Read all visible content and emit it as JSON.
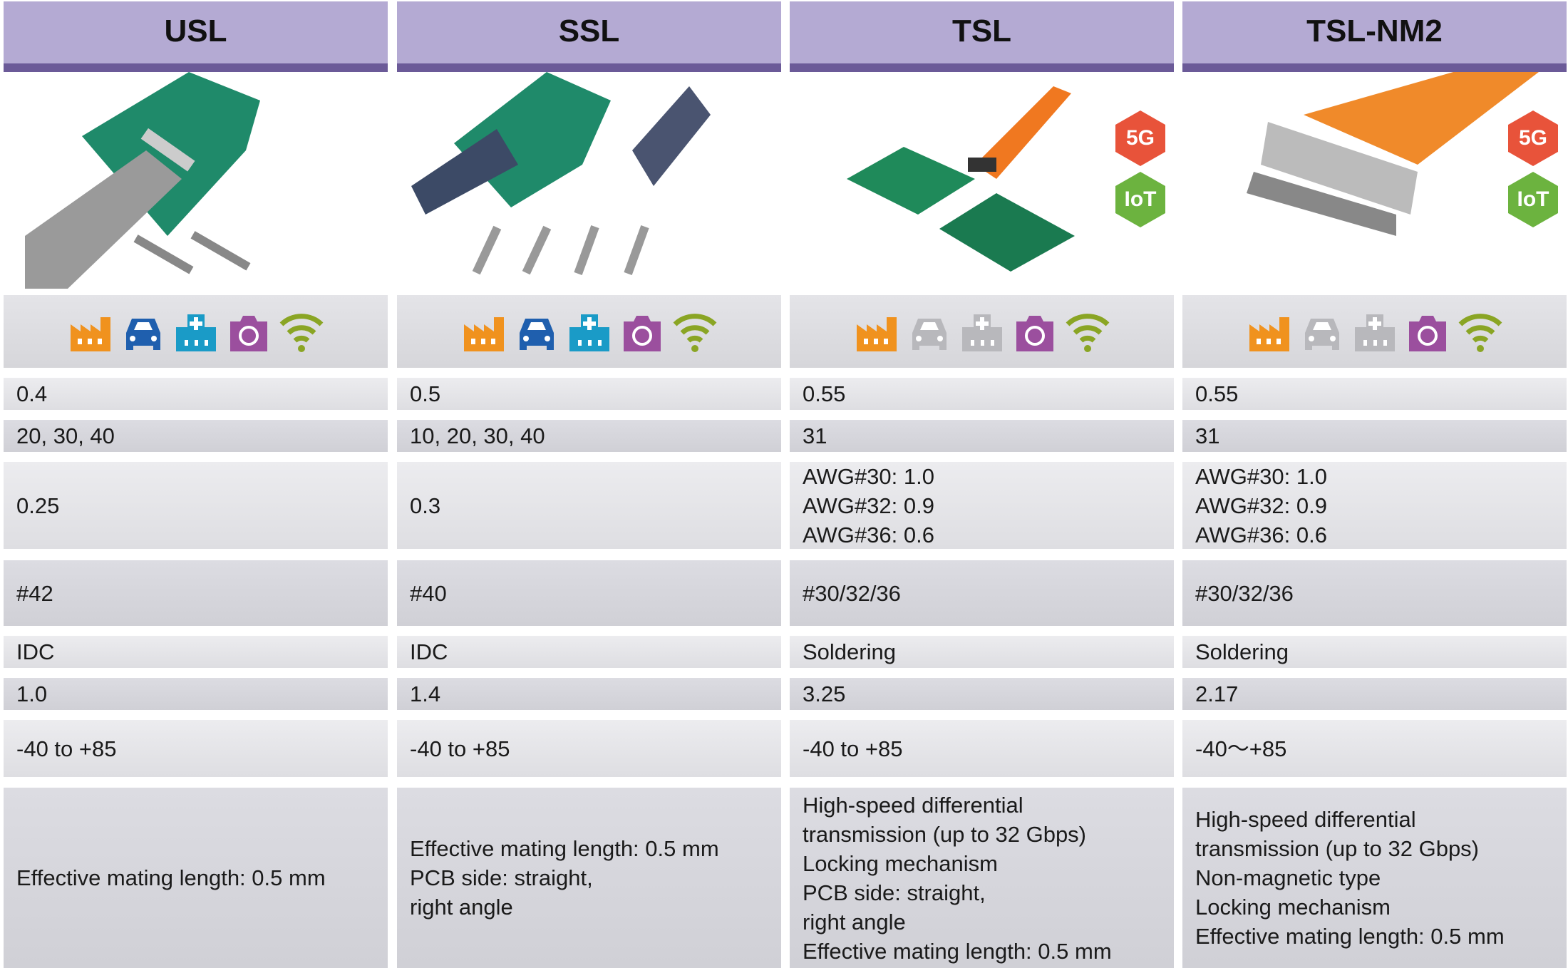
{
  "columns": [
    {
      "name": "USL",
      "active_icons": [
        "factory-icon",
        "car-icon",
        "medical-icon",
        "camera-icon",
        "wifi-icon"
      ],
      "inactive_icons": [],
      "badges": [],
      "rows": {
        "pitch": "0.4",
        "contacts": "20, 30, 40",
        "height": "0.25",
        "awg": "#42",
        "termination": "IDC",
        "current": "1.0",
        "temperature": "-40 to +85",
        "features": [
          "Effective mating length: 0.5 mm"
        ]
      }
    },
    {
      "name": "SSL",
      "active_icons": [
        "factory-icon",
        "car-icon",
        "medical-icon",
        "camera-icon",
        "wifi-icon"
      ],
      "inactive_icons": [],
      "badges": [],
      "rows": {
        "pitch": "0.5",
        "contacts": "10, 20, 30, 40",
        "height": "0.3",
        "awg": "#40",
        "termination": "IDC",
        "current": "1.4",
        "temperature": "-40 to +85",
        "features": [
          "Effective mating length: 0.5 mm",
          "PCB side: straight,",
          "right angle"
        ]
      }
    },
    {
      "name": "TSL",
      "active_icons": [
        "factory-icon",
        "camera-icon",
        "wifi-icon"
      ],
      "inactive_icons": [
        "car-icon",
        "medical-icon"
      ],
      "badges": [
        "5G",
        "IoT"
      ],
      "rows": {
        "pitch": "0.55",
        "contacts": "31",
        "height_lines": [
          "AWG#30: 1.0",
          "AWG#32: 0.9",
          "AWG#36: 0.6"
        ],
        "awg": "#30/32/36",
        "termination": "Soldering",
        "current": "3.25",
        "temperature": "-40 to +85",
        "features": [
          "High-speed differential",
          "transmission (up to 32 Gbps)",
          "Locking mechanism",
          "PCB side: straight,",
          "right angle",
          "Effective mating length: 0.5 mm"
        ]
      }
    },
    {
      "name": "TSL-NM2",
      "active_icons": [
        "factory-icon",
        "camera-icon",
        "wifi-icon"
      ],
      "inactive_icons": [
        "car-icon",
        "medical-icon"
      ],
      "badges": [
        "5G",
        "IoT"
      ],
      "rows": {
        "pitch": "0.55",
        "contacts": "31",
        "height_lines": [
          "AWG#30: 1.0",
          "AWG#32: 0.9",
          "AWG#36: 0.6"
        ],
        "awg": "#30/32/36",
        "termination": "Soldering",
        "current": "2.17",
        "temperature": "-40〜+85",
        "features": [
          "High-speed differential",
          "transmission (up to 32 Gbps)",
          "Non-magnetic type",
          "Locking mechanism",
          "Effective mating length: 0.5 mm"
        ]
      }
    }
  ],
  "colors": {
    "header": "#b4aad3",
    "header_stripe": "#6b5a98",
    "factory": "#f0921e",
    "car": "#1f5fae",
    "medical": "#1a9bc7",
    "camera": "#9b4f9e",
    "wifi": "#8aa524",
    "inactive": "#b8b8bc",
    "badge_5g": "#e8533a",
    "badge_iot": "#6cb33f"
  }
}
